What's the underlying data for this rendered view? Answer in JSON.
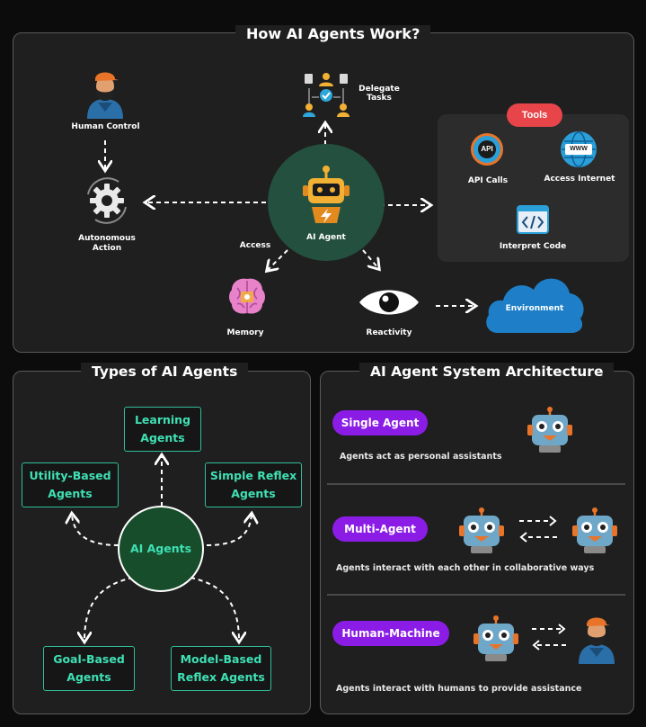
{
  "top": {
    "title": "How AI Agents Work?",
    "human_control": "Human Control",
    "delegate_tasks_1": "Delegate",
    "delegate_tasks_2": "Tasks",
    "autonomous_1": "Autonomous",
    "autonomous_2": "Action",
    "ai_agent": "AI Agent",
    "access": "Access",
    "memory": "Memory",
    "reactivity": "Reactivity",
    "environment": "Environment",
    "tools": {
      "badge": "Tools",
      "api_calls": "API Calls",
      "api_icon_text": "API",
      "access_internet": "Access Internet",
      "www_icon_text": "WWW",
      "interpret_code": "Interpret Code"
    }
  },
  "types": {
    "title": "Types of AI Agents",
    "center": "AI Agents",
    "learning_1": "Learning",
    "learning_2": "Agents",
    "utility_1": "Utility-Based",
    "utility_2": "Agents",
    "simple_1": "Simple Reflex",
    "simple_2": "Agents",
    "goal_1": "Goal-Based",
    "goal_2": "Agents",
    "model_1": "Model-Based",
    "model_2": "Reflex Agents"
  },
  "arch": {
    "title": "AI Agent System Architecture",
    "single": {
      "label": "Single Agent",
      "desc": "Agents act as personal assistants"
    },
    "multi": {
      "label": "Multi-Agent",
      "desc": "Agents interact with each other in collaborative ways"
    },
    "human": {
      "label": "Human-Machine",
      "desc": "Agents interact with humans to provide assistance"
    }
  },
  "colors": {
    "panel_bg": "#1f1f1f",
    "accent_teal": "#2fbf9b",
    "tools_badge": "#e8454a",
    "pill_purple": "#8b1ce6",
    "agent_circle": "#24503f",
    "cloud": "#1e7fc8"
  }
}
